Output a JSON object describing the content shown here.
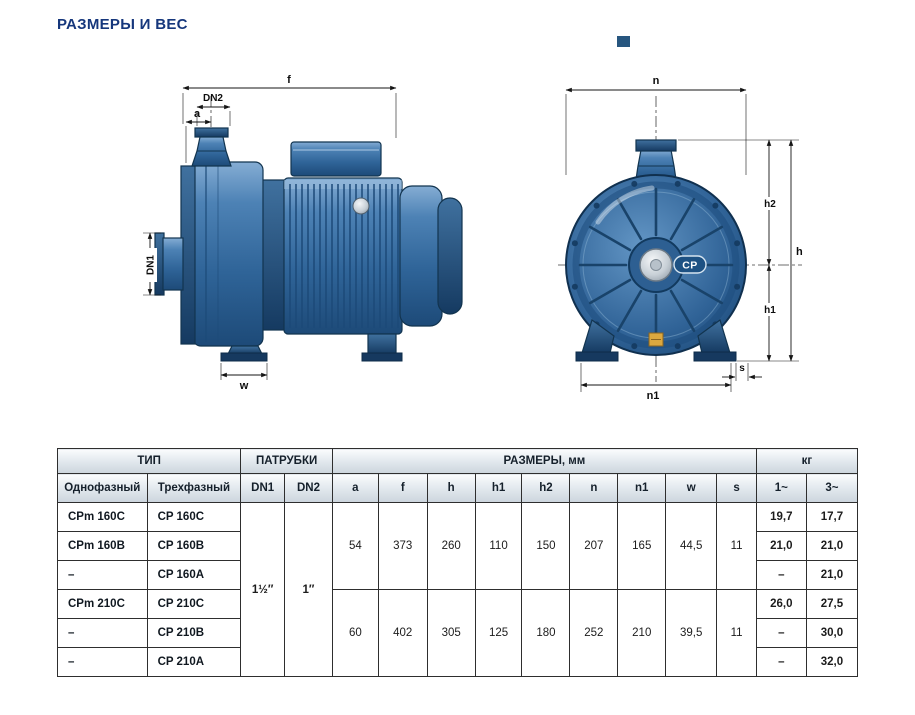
{
  "page": {
    "title": "РАЗМЕРЫ И ВЕС"
  },
  "diagram": {
    "badge": "CP",
    "labels": {
      "f": "f",
      "dn2": "DN2",
      "a": "a",
      "dn1": "DN1",
      "w": "w",
      "n": "n",
      "h2": "h2",
      "h": "h",
      "h1": "h1",
      "n1": "n1",
      "s": "s"
    }
  },
  "table": {
    "headers": {
      "type_group": "ТИП",
      "ports_group": "ПАТРУБКИ",
      "dims_group": "РАЗМЕРЫ, мм",
      "weight_group": "кг",
      "single_phase": "Однофазный",
      "three_phase": "Трехфазный",
      "dn1": "DN1",
      "dn2": "DN2",
      "dim_cols": [
        "a",
        "f",
        "h",
        "h1",
        "h2",
        "n",
        "n1",
        "w",
        "s"
      ],
      "kg1": "1~",
      "kg3": "3~"
    },
    "dn1_value": "1½″",
    "dn2_value": "1″",
    "groups": [
      {
        "dims": [
          "54",
          "373",
          "260",
          "110",
          "150",
          "207",
          "165",
          "44,5",
          "11"
        ],
        "rows": [
          {
            "single": "CPm 160C",
            "three": "CP 160C",
            "kg1": "19,7",
            "kg3": "17,7"
          },
          {
            "single": "CPm 160B",
            "three": "CP 160B",
            "kg1": "21,0",
            "kg3": "21,0"
          },
          {
            "single": "–",
            "three": "CP 160A",
            "kg1": "–",
            "kg3": "21,0"
          }
        ]
      },
      {
        "dims": [
          "60",
          "402",
          "305",
          "125",
          "180",
          "252",
          "210",
          "39,5",
          "11"
        ],
        "rows": [
          {
            "single": "CPm 210C",
            "three": "CP 210C",
            "kg1": "26,0",
            "kg3": "27,5"
          },
          {
            "single": "–",
            "three": "CP 210B",
            "kg1": "–",
            "kg3": "30,0"
          },
          {
            "single": "–",
            "three": "CP 210A",
            "kg1": "–",
            "kg3": "32,0"
          }
        ]
      }
    ]
  }
}
